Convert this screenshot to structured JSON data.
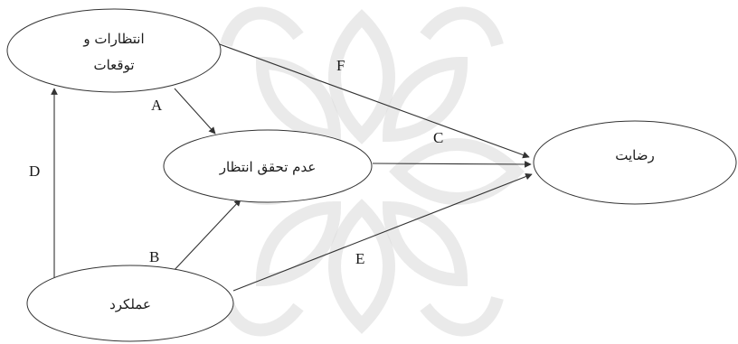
{
  "nodes": {
    "expectations": {
      "line1": "انتظارات و",
      "line2": "توقعات"
    },
    "disconfirmation": {
      "label": "عدم تحقق انتظار"
    },
    "satisfaction": {
      "label": "رضایت"
    },
    "performance": {
      "label": "عملکرد"
    }
  },
  "edges": {
    "A": "A",
    "B": "B",
    "C": "C",
    "D": "D",
    "E": "E",
    "F": "F"
  },
  "colors": {
    "stroke": "#333333",
    "text": "#1a1a1a",
    "watermark": "#d9d9d9"
  },
  "watermark": {
    "icon": "floral-lattice-emblem"
  }
}
